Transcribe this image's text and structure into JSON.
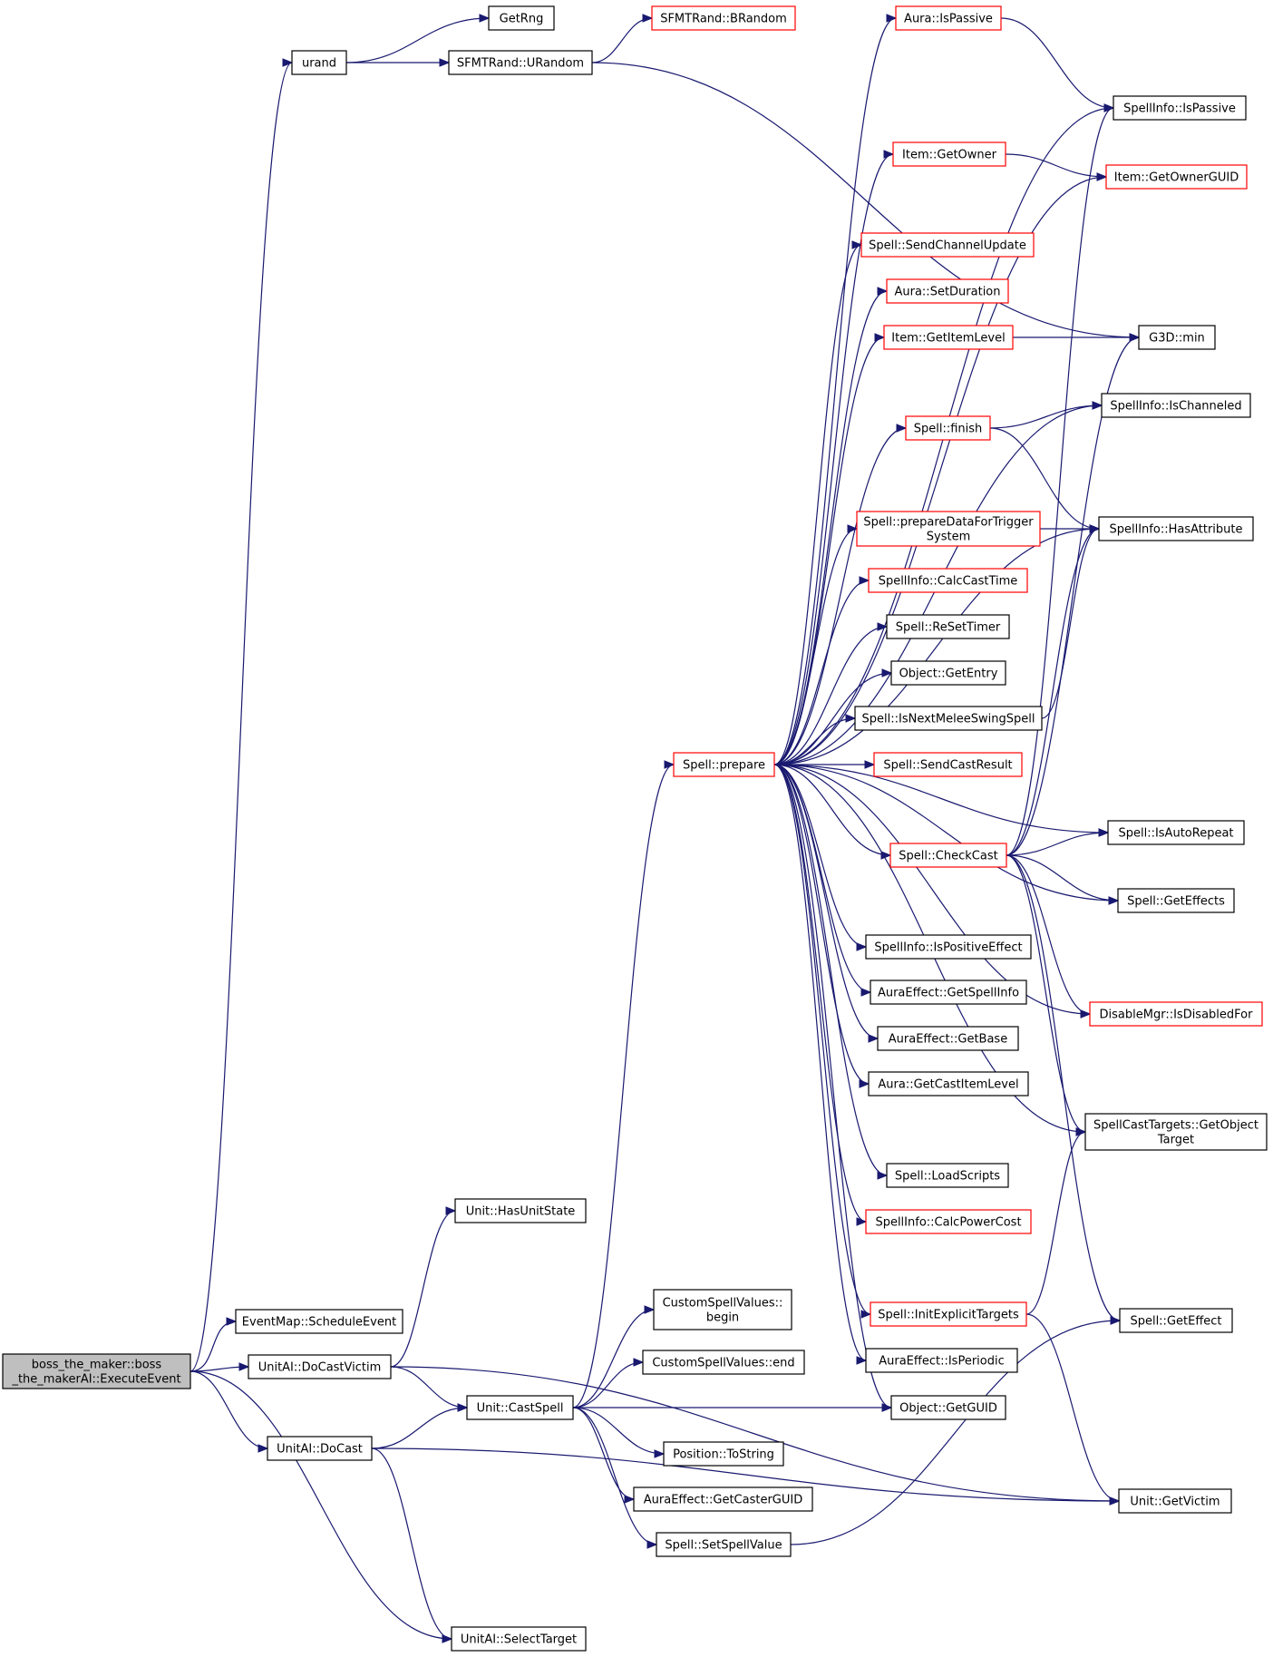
{
  "colors": {
    "edge": "#191970",
    "border_normal": "#000000",
    "border_truncated": "#ff0000",
    "fill_normal": "#ffffff",
    "fill_root": "#bfbfbf",
    "text": "#000000"
  },
  "nodes": [
    {
      "id": "root",
      "lines": [
        "boss_the_maker::boss",
        "_the_makerAI::ExecuteEvent"
      ],
      "style": "root"
    },
    {
      "id": "urand",
      "lines": [
        "urand"
      ],
      "style": "normal"
    },
    {
      "id": "getrng",
      "lines": [
        "GetRng"
      ],
      "style": "normal"
    },
    {
      "id": "sfmt_urandom",
      "lines": [
        "SFMTRand::URandom"
      ],
      "style": "normal"
    },
    {
      "id": "sfmt_brandom",
      "lines": [
        "SFMTRand::BRandom"
      ],
      "style": "truncated"
    },
    {
      "id": "aura_ispassive",
      "lines": [
        "Aura::IsPassive"
      ],
      "style": "truncated"
    },
    {
      "id": "spellinfo_ispassive",
      "lines": [
        "SpellInfo::IsPassive"
      ],
      "style": "normal"
    },
    {
      "id": "item_getowner",
      "lines": [
        "Item::GetOwner"
      ],
      "style": "truncated"
    },
    {
      "id": "item_getownerguid",
      "lines": [
        "Item::GetOwnerGUID"
      ],
      "style": "truncated"
    },
    {
      "id": "spell_sendchannelupdate",
      "lines": [
        "Spell::SendChannelUpdate"
      ],
      "style": "truncated"
    },
    {
      "id": "aura_setduration",
      "lines": [
        "Aura::SetDuration"
      ],
      "style": "truncated"
    },
    {
      "id": "item_getitemlevel",
      "lines": [
        "Item::GetItemLevel"
      ],
      "style": "truncated"
    },
    {
      "id": "g3d_min",
      "lines": [
        "G3D::min"
      ],
      "style": "normal"
    },
    {
      "id": "spellinfo_ischanneled",
      "lines": [
        "SpellInfo::IsChanneled"
      ],
      "style": "normal"
    },
    {
      "id": "spell_finish",
      "lines": [
        "Spell::finish"
      ],
      "style": "truncated"
    },
    {
      "id": "spell_preparedata",
      "lines": [
        "Spell::prepareDataForTrigger",
        "System"
      ],
      "style": "truncated"
    },
    {
      "id": "spellinfo_hasattribute",
      "lines": [
        "SpellInfo::HasAttribute"
      ],
      "style": "normal"
    },
    {
      "id": "spellinfo_calccasttime",
      "lines": [
        "SpellInfo::CalcCastTime"
      ],
      "style": "truncated"
    },
    {
      "id": "spell_resettimer",
      "lines": [
        "Spell::ReSetTimer"
      ],
      "style": "normal"
    },
    {
      "id": "object_getentry",
      "lines": [
        "Object::GetEntry"
      ],
      "style": "normal"
    },
    {
      "id": "spell_isnextmelee",
      "lines": [
        "Spell::IsNextMeleeSwingSpell"
      ],
      "style": "normal"
    },
    {
      "id": "spell_prepare",
      "lines": [
        "Spell::prepare"
      ],
      "style": "truncated"
    },
    {
      "id": "spell_sendcastresult",
      "lines": [
        "Spell::SendCastResult"
      ],
      "style": "truncated"
    },
    {
      "id": "spell_isautorepeat",
      "lines": [
        "Spell::IsAutoRepeat"
      ],
      "style": "normal"
    },
    {
      "id": "spell_checkcast",
      "lines": [
        "Spell::CheckCast"
      ],
      "style": "truncated"
    },
    {
      "id": "spell_geteffects",
      "lines": [
        "Spell::GetEffects"
      ],
      "style": "normal"
    },
    {
      "id": "spellinfo_ispositiveeffect",
      "lines": [
        "SpellInfo::IsPositiveEffect"
      ],
      "style": "normal"
    },
    {
      "id": "auraeffect_getspellinfo",
      "lines": [
        "AuraEffect::GetSpellInfo"
      ],
      "style": "normal"
    },
    {
      "id": "disablemgr_isdisabledfor",
      "lines": [
        "DisableMgr::IsDisabledFor"
      ],
      "style": "truncated"
    },
    {
      "id": "auraeffect_getbase",
      "lines": [
        "AuraEffect::GetBase"
      ],
      "style": "normal"
    },
    {
      "id": "aura_getcastitemlevel",
      "lines": [
        "Aura::GetCastItemLevel"
      ],
      "style": "normal"
    },
    {
      "id": "spellcasttargets_getobjecttarget",
      "lines": [
        "SpellCastTargets::GetObject",
        "Target"
      ],
      "style": "normal"
    },
    {
      "id": "spell_loadscripts",
      "lines": [
        "Spell::LoadScripts"
      ],
      "style": "normal"
    },
    {
      "id": "unit_hasunitstate",
      "lines": [
        "Unit::HasUnitState"
      ],
      "style": "normal"
    },
    {
      "id": "spellinfo_calcpowercost",
      "lines": [
        "SpellInfo::CalcPowerCost"
      ],
      "style": "truncated"
    },
    {
      "id": "customspellvalues_begin",
      "lines": [
        "CustomSpellValues::",
        "begin"
      ],
      "style": "normal"
    },
    {
      "id": "spell_initexplicittargets",
      "lines": [
        "Spell::InitExplicitTargets"
      ],
      "style": "truncated"
    },
    {
      "id": "spell_geteffect",
      "lines": [
        "Spell::GetEffect"
      ],
      "style": "normal"
    },
    {
      "id": "eventmap_scheduleevent",
      "lines": [
        "EventMap::ScheduleEvent"
      ],
      "style": "normal"
    },
    {
      "id": "customspellvalues_end",
      "lines": [
        "CustomSpellValues::end"
      ],
      "style": "normal"
    },
    {
      "id": "auraeffect_isperiodic",
      "lines": [
        "AuraEffect::IsPeriodic"
      ],
      "style": "normal"
    },
    {
      "id": "unitai_docastvictim",
      "lines": [
        "UnitAI::DoCastVictim"
      ],
      "style": "normal"
    },
    {
      "id": "unit_castspell",
      "lines": [
        "Unit::CastSpell"
      ],
      "style": "normal"
    },
    {
      "id": "object_getguid",
      "lines": [
        "Object::GetGUID"
      ],
      "style": "normal"
    },
    {
      "id": "unitai_docast",
      "lines": [
        "UnitAI::DoCast"
      ],
      "style": "normal"
    },
    {
      "id": "position_tostring",
      "lines": [
        "Position::ToString"
      ],
      "style": "normal"
    },
    {
      "id": "auraeffect_getcasterguid",
      "lines": [
        "AuraEffect::GetCasterGUID"
      ],
      "style": "normal"
    },
    {
      "id": "unit_getvictim",
      "lines": [
        "Unit::GetVictim"
      ],
      "style": "normal"
    },
    {
      "id": "spell_setspellvalue",
      "lines": [
        "Spell::SetSpellValue"
      ],
      "style": "normal"
    },
    {
      "id": "unitai_selecttarget",
      "lines": [
        "UnitAI::SelectTarget"
      ],
      "style": "normal"
    }
  ],
  "edges": [
    [
      "root",
      "urand"
    ],
    [
      "root",
      "eventmap_scheduleevent"
    ],
    [
      "root",
      "unitai_docastvictim"
    ],
    [
      "root",
      "unitai_docast"
    ],
    [
      "root",
      "unitai_selecttarget"
    ],
    [
      "urand",
      "getrng"
    ],
    [
      "urand",
      "sfmt_urandom"
    ],
    [
      "sfmt_urandom",
      "sfmt_brandom"
    ],
    [
      "sfmt_urandom",
      "g3d_min"
    ],
    [
      "unitai_docastvictim",
      "unit_hasunitstate"
    ],
    [
      "unitai_docastvictim",
      "unit_castspell"
    ],
    [
      "unitai_docastvictim",
      "unit_getvictim"
    ],
    [
      "unitai_docast",
      "unit_castspell"
    ],
    [
      "unitai_docast",
      "unit_getvictim"
    ],
    [
      "unitai_docast",
      "unitai_selecttarget"
    ],
    [
      "unit_castspell",
      "spell_prepare"
    ],
    [
      "unit_castspell",
      "customspellvalues_begin"
    ],
    [
      "unit_castspell",
      "customspellvalues_end"
    ],
    [
      "unit_castspell",
      "object_getguid"
    ],
    [
      "unit_castspell",
      "position_tostring"
    ],
    [
      "unit_castspell",
      "auraeffect_getcasterguid"
    ],
    [
      "unit_castspell",
      "spell_setspellvalue"
    ],
    [
      "spell_setspellvalue",
      "spell_geteffect"
    ],
    [
      "spell_prepare",
      "aura_ispassive"
    ],
    [
      "spell_prepare",
      "spellinfo_ispassive"
    ],
    [
      "spell_prepare",
      "item_getowner"
    ],
    [
      "spell_prepare",
      "item_getownerguid"
    ],
    [
      "spell_prepare",
      "spell_sendchannelupdate"
    ],
    [
      "spell_prepare",
      "aura_setduration"
    ],
    [
      "spell_prepare",
      "item_getitemlevel"
    ],
    [
      "spell_prepare",
      "spellinfo_ischanneled"
    ],
    [
      "spell_prepare",
      "spell_finish"
    ],
    [
      "spell_prepare",
      "spellinfo_hasattribute"
    ],
    [
      "spell_prepare",
      "spell_preparedata"
    ],
    [
      "spell_prepare",
      "spellinfo_calccasttime"
    ],
    [
      "spell_prepare",
      "spell_resettimer"
    ],
    [
      "spell_prepare",
      "object_getentry"
    ],
    [
      "spell_prepare",
      "spell_isnextmelee"
    ],
    [
      "spell_prepare",
      "spell_sendcastresult"
    ],
    [
      "spell_prepare",
      "spell_isautorepeat"
    ],
    [
      "spell_prepare",
      "spell_checkcast"
    ],
    [
      "spell_prepare",
      "spell_geteffects"
    ],
    [
      "spell_prepare",
      "spellinfo_ispositiveeffect"
    ],
    [
      "spell_prepare",
      "auraeffect_getspellinfo"
    ],
    [
      "spell_prepare",
      "auraeffect_getbase"
    ],
    [
      "spell_prepare",
      "aura_getcastitemlevel"
    ],
    [
      "spell_prepare",
      "spellcasttargets_getobjecttarget"
    ],
    [
      "spell_prepare",
      "spell_loadscripts"
    ],
    [
      "spell_prepare",
      "spellinfo_calcpowercost"
    ],
    [
      "spell_prepare",
      "disablemgr_isdisabledfor"
    ],
    [
      "spell_prepare",
      "spell_initexplicittargets"
    ],
    [
      "spell_prepare",
      "auraeffect_isperiodic"
    ],
    [
      "spell_prepare",
      "object_getguid"
    ],
    [
      "aura_ispassive",
      "spellinfo_ispassive"
    ],
    [
      "item_getowner",
      "item_getownerguid"
    ],
    [
      "item_getitemlevel",
      "g3d_min"
    ],
    [
      "spell_finish",
      "spellinfo_ischanneled"
    ],
    [
      "spell_finish",
      "spellinfo_hasattribute"
    ],
    [
      "spell_preparedata",
      "spellinfo_hasattribute"
    ],
    [
      "spell_isnextmelee",
      "spellinfo_hasattribute"
    ],
    [
      "spell_checkcast",
      "spellinfo_ispassive"
    ],
    [
      "spell_checkcast",
      "g3d_min"
    ],
    [
      "spell_checkcast",
      "spellinfo_hasattribute"
    ],
    [
      "spell_checkcast",
      "spell_isautorepeat"
    ],
    [
      "spell_checkcast",
      "spell_geteffects"
    ],
    [
      "spell_checkcast",
      "disablemgr_isdisabledfor"
    ],
    [
      "spell_checkcast",
      "spellcasttargets_getobjecttarget"
    ],
    [
      "spell_checkcast",
      "spell_geteffect"
    ],
    [
      "spell_initexplicittargets",
      "spellcasttargets_getobjecttarget"
    ],
    [
      "spell_initexplicittargets",
      "unit_getvictim"
    ]
  ]
}
